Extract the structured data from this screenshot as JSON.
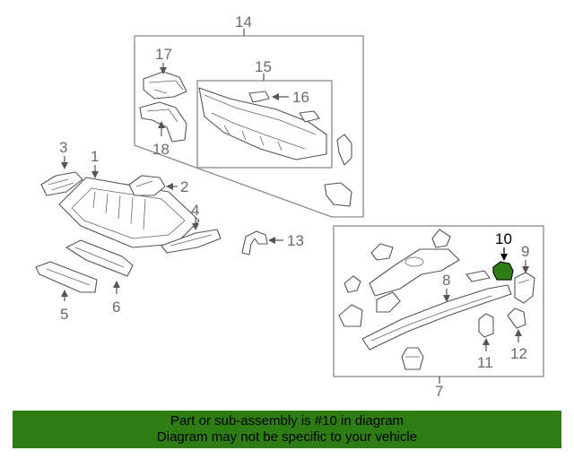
{
  "callouts": {
    "c1": "1",
    "c2": "2",
    "c3": "3",
    "c4": "4",
    "c5": "5",
    "c6": "6",
    "c7": "7",
    "c8": "8",
    "c9": "9",
    "c10": "10",
    "c11": "11",
    "c12": "12",
    "c13": "13",
    "c14": "14",
    "c15": "15",
    "c16": "16",
    "c17": "17",
    "c18": "18"
  },
  "highlight": {
    "part_number": "10",
    "color": "#2e7d14"
  },
  "banner": {
    "line1": "Part or sub-assembly is #10 in diagram",
    "line2": "Diagram may not be specific to your vehicle",
    "background": "#2e7d14"
  }
}
